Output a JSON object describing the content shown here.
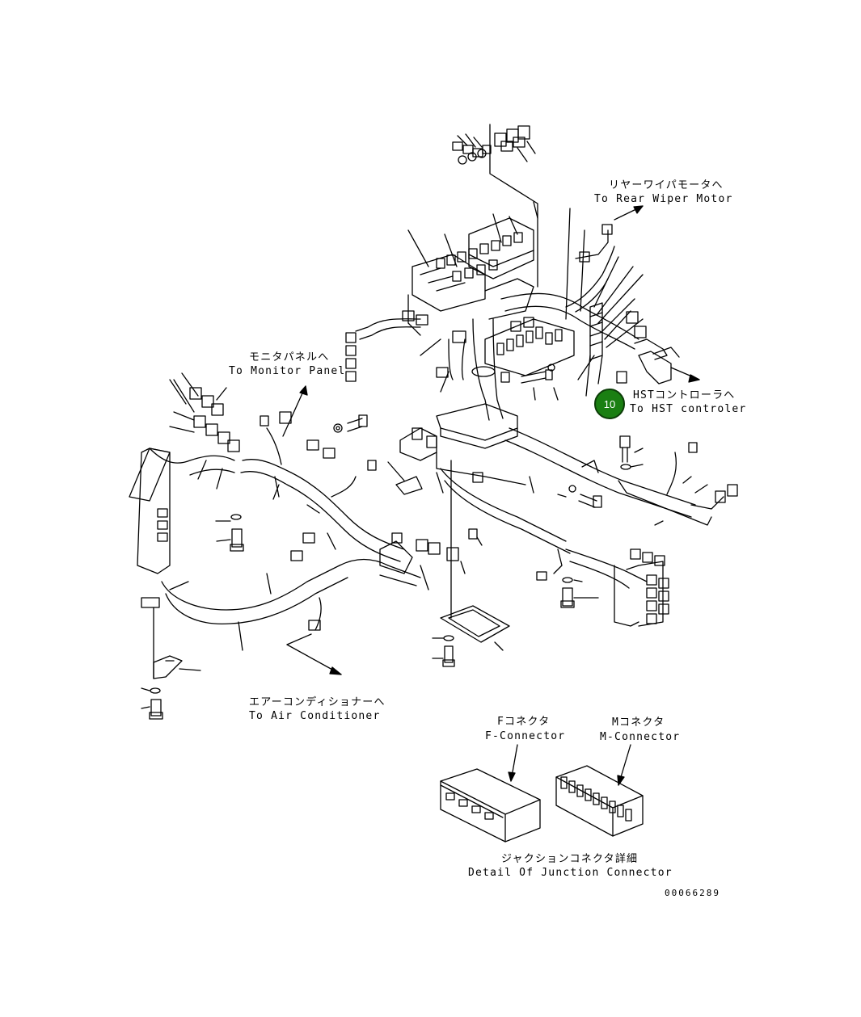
{
  "callouts": {
    "rear_wiper": {
      "jp": "リヤーワイパモータへ",
      "en": "To Rear Wiper Motor"
    },
    "monitor_panel": {
      "jp": "モニタパネルへ",
      "en": "To Monitor Panel"
    },
    "hst_controller": {
      "jp": "HSTコントローラへ",
      "en": "To HST controler"
    },
    "air_conditioner": {
      "jp": "エアーコンディショナーへ",
      "en": "To Air Conditioner"
    },
    "f_connector": {
      "jp": "Fコネクタ",
      "en": "F-Connector"
    },
    "m_connector": {
      "jp": "Mコネクタ",
      "en": "M-Connector"
    },
    "junction_detail": {
      "jp": "ジャクションコネクタ詳細",
      "en": "Detail Of Junction Connector"
    }
  },
  "part_marker": {
    "number": "10",
    "color": "#1a7f12"
  },
  "document_number": "00066289"
}
